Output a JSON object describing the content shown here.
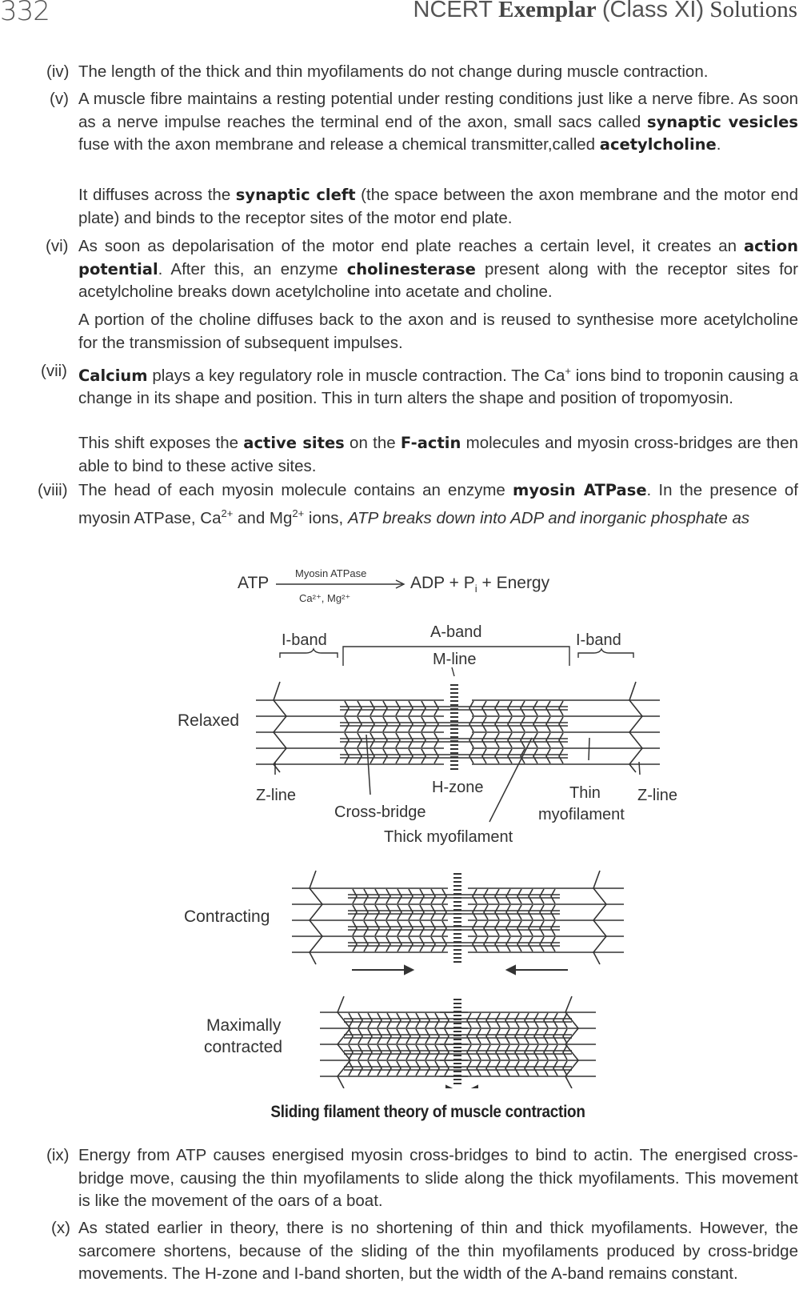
{
  "header": {
    "page_number": "332",
    "book_ncert": "NCERT",
    "book_exemplar": "Exemplar",
    "book_class": "(Class XI)",
    "book_solutions": "Solutions"
  },
  "items": {
    "iv": {
      "label": "(iv)",
      "text": "The length of the thick and thin myofilaments do not change during muscle contraction."
    },
    "v": {
      "label": "(v)",
      "t1": "A muscle fibre maintains a resting potential under resting conditions just like a nerve fibre. As soon as a nerve impulse reaches the terminal end of the axon, small sacs called ",
      "b1": "synaptic vesicles",
      "t2": " fuse with the axon membrane and release a chemical transmitter,called ",
      "b2": "acetylcholine",
      "t3": ".",
      "p2_t1": "It diffuses across the ",
      "p2_b1": "synaptic cleft",
      "p2_t2": " (the space between the axon membrane and the motor end plate) and binds to the receptor sites of the motor end plate."
    },
    "vi": {
      "label": "(vi)",
      "t1": "As soon as depolarisation of the motor end plate reaches a certain level, it creates an ",
      "b1": "action potential",
      "t2": ". After this, an enzyme ",
      "b2": "cholinesterase",
      "t3": " present along with the receptor sites for acetylcholine breaks down acetylcholine into acetate and choline.",
      "p2": "A portion of the choline diffuses back to the axon and is reused to synthesise more acetylcholine for the transmission of subsequent impulses."
    },
    "vii": {
      "label": "(vii)",
      "b1": "Calcium",
      "t1": " plays a key regulatory role in muscle contraction. The Ca",
      "sup1": "+",
      "t2": "  ions bind to troponin causing a change in its shape and position. This in turn alters the shape and position of tropomyosin.",
      "p2_t1": "This shift exposes the ",
      "p2_b1": "active sites",
      "p2_t2": " on the ",
      "p2_b2": "F-actin",
      "p2_t3": " molecules and myosin cross-bridges are then able to bind to these active sites."
    },
    "viii": {
      "label": "(viii)",
      "t1": "The head of each myosin molecule contains an enzyme ",
      "b1": "myosin ATPase",
      "t2": ". In the presence of myosin ATPase, Ca",
      "sup1": "2+",
      "t3": " and Mg",
      "sup2": "2+",
      "t4": " ions, ",
      "i1": "ATP breaks down into ADP and inorganic phosphate as"
    },
    "ix": {
      "label": "(ix)",
      "text": "Energy from ATP causes energised myosin cross-bridges to bind to actin. The energised cross-bridge move, causing the thin myofilaments to slide along the thick myofilaments. This movement is like the movement of the oars of a boat."
    },
    "x": {
      "label": "(x)",
      "text": "As stated earlier in theory, there is no shortening of thin and thick myofilaments. However, the sarcomere shortens, because of the sliding of the thin myofilaments produced by cross-bridge movements. The H-zone and I-band shorten, but the width of the A-band remains constant."
    }
  },
  "equation": {
    "lhs": "ATP",
    "above": "Myosin ATPase",
    "below": "Ca²⁺, Mg²⁺",
    "rhs": "ADP + P",
    "rhs_sub": "i",
    "rhs_end": " + Energy"
  },
  "diagram": {
    "labels": {
      "i_band_left": "I-band",
      "a_band": "A-band",
      "i_band_right": "I-band",
      "m_line": "M-line",
      "relaxed": "Relaxed",
      "z_line_left": "Z-line",
      "h_zone": "H-zone",
      "thin_1": "Thin",
      "thin_2": "myofilament",
      "z_line_right": "Z-line",
      "cross_bridge": "Cross-bridge",
      "thick": "Thick myofilament",
      "contracting": "Contracting",
      "max_1": "Maximally",
      "max_2": "contracted"
    },
    "caption": "Sliding filament theory of muscle contraction"
  }
}
